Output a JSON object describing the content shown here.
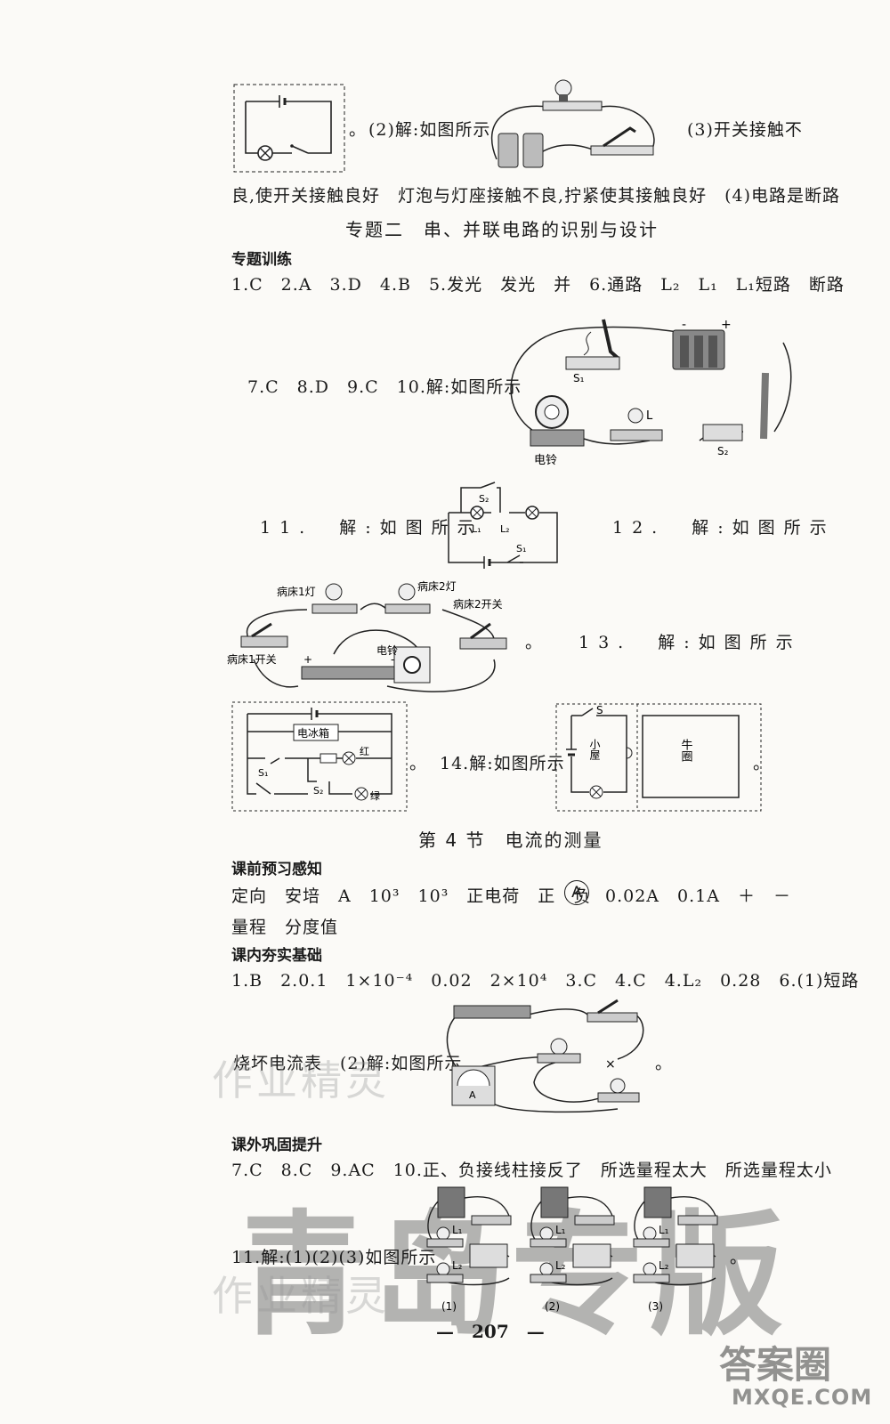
{
  "top": {
    "after_fig1": "。",
    "ans2": "(2)解:如图所示",
    "ans3": "(3)开关接触不",
    "line2": "良,使开关接触良好　灯泡与灯座接触不良,拧紧使其接触良好　(4)电路是断路"
  },
  "special2": {
    "title": "专题二　串、并联电路的识别与设计",
    "heading": "专题训练",
    "line1": "1.C　2.A　3.D　4.B　5.发光　发光　并　6.通路　L₂　L₁　L₁短路　断路",
    "line2": "7.C　8.D　9.C　10.解:如图所示",
    "fig10_labels": {
      "s1": "S₁",
      "l": "L",
      "s2": "S₂",
      "bell": "电铃",
      "minus": "-",
      "plus": "+"
    },
    "ans11": "11.　解:如图所示",
    "fig11_labels": {
      "s2": "S₂",
      "l1": "L₁",
      "l2": "L₂",
      "s1": "S₁"
    },
    "ans12": "12.　解:如图所示",
    "fig12_labels": {
      "lamp1": "病床1灯",
      "lamp2": "病床2灯",
      "sw2": "病床2开关",
      "sw1": "病床1开关",
      "bell": "电铃",
      "plus": "+",
      "minus": "-"
    },
    "after_fig12": "。",
    "ans13": "13.　解:如图所示",
    "fig13_labels": {
      "box": "电冰箱",
      "red": "红",
      "green": "绿",
      "s1": "S₁",
      "s2": "S₂"
    },
    "after_fig13": "。",
    "ans14": "14.解:如图所示",
    "fig14_labels": {
      "s": "S",
      "house": "小屋",
      "pen": "牛圈"
    },
    "after_fig14": "。"
  },
  "section4": {
    "title": "第 4 节　电流的测量",
    "preview_head": "课前预习感知",
    "preview1_a": "定向　安培　A　10³　10³　正电荷　正　负",
    "preview1_circle": "A",
    "preview1_b": "0.02A　0.1A　＋　－",
    "preview2": "量程　分度值",
    "base_head": "课内夯实基础",
    "base1": "1.B　2.0.1　1×10⁻⁴　0.02　2×10⁴　3.C　4.C　4.L₂　0.28　6.(1)短路",
    "base2": "烧坏电流表　(2)解:如图所示",
    "fig6_labels": {
      "meter": "A",
      "cross": "×"
    },
    "after_fig6": "。",
    "ext_head": "课外巩固提升",
    "ext1": "7.C　8.C　9.AC　10.正、负接线柱接反了　所选量程太大　所选量程太小",
    "ans11": "11.解:(1)(2)(3)如图所示",
    "after_fig11": "。",
    "fig11_panels": [
      "(1)",
      "(2)",
      "(3)"
    ],
    "fig11_l1": "L₁",
    "fig11_l2": "L₂"
  },
  "page_number": "207",
  "watermark": "青岛专版",
  "faint_watermark": "作业精灵",
  "logo": {
    "name": "答案圈",
    "url": "MXQE.COM"
  }
}
